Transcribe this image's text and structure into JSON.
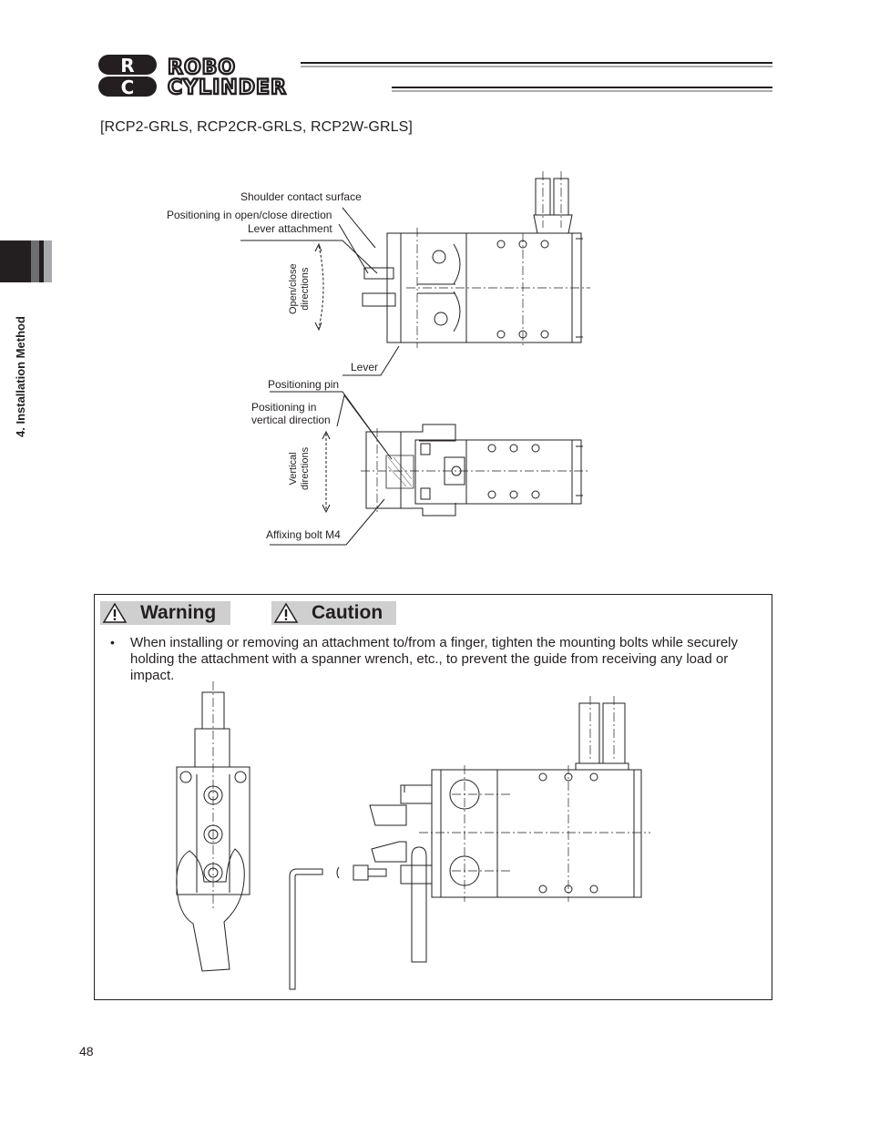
{
  "header": {
    "logo_line1": "ROBO",
    "logo_line2": "CYLINDER",
    "logo_mark_top": "R",
    "logo_mark_bottom": "C"
  },
  "side_tab": {
    "label": "4. Installation Method"
  },
  "section": {
    "title": "[RCP2-GRLS, RCP2CR-GRLS, RCP2W-GRLS]"
  },
  "diagram_top": {
    "labels": {
      "shoulder": "Shoulder contact surface",
      "positioning_open_close": "Positioning in open/close direction",
      "lever_attachment": "Lever attachment",
      "open_close_dirs_1": "Open/close",
      "open_close_dirs_2": "directions",
      "lever": "Lever"
    }
  },
  "diagram_bottom": {
    "labels": {
      "positioning_pin": "Positioning pin",
      "positioning_vertical_1": "Positioning in",
      "positioning_vertical_2": "vertical direction",
      "vertical_dirs_1": "Vertical",
      "vertical_dirs_2": "directions",
      "affixing_bolt": "Affixing bolt M4"
    }
  },
  "notice": {
    "warning_label": "Warning",
    "caution_label": "Caution",
    "bullet_symbol": "•",
    "text": "When installing or removing an attachment to/from a finger, tighten the mounting bolts while securely holding the attachment with a spanner wrench, etc., to prevent the guide from receiving any load or impact."
  },
  "footer": {
    "page_number": "48"
  }
}
